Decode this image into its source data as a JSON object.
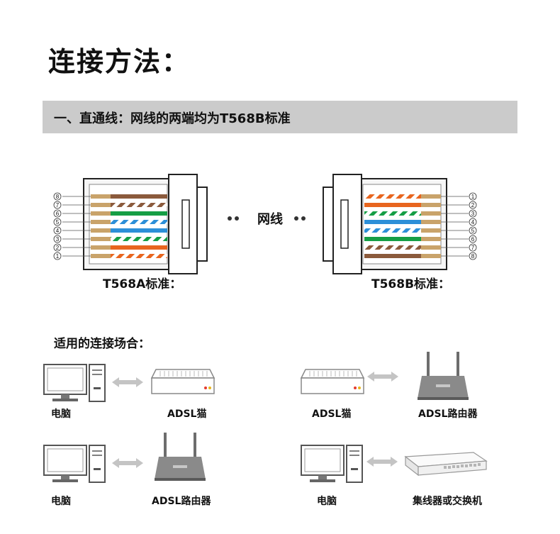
{
  "page": {
    "title": "连接方法：",
    "section_title": "一、直通线：网线的两端均为T568B标准"
  },
  "cable_diagram": {
    "middle_label": "网线",
    "left_connector": {
      "caption": "T568A标准：",
      "pin_numbers": [
        "8",
        "7",
        "6",
        "5",
        "4",
        "3",
        "2",
        "1"
      ]
    },
    "right_connector": {
      "caption": "T568B标准：",
      "pin_numbers": [
        "1",
        "2",
        "3",
        "4",
        "5",
        "6",
        "7",
        "8"
      ]
    },
    "colors": {
      "orange": "#e8651e",
      "green": "#159e45",
      "blue": "#2c8fd8",
      "brown": "#8b5a3c",
      "tan": "#c9a36a"
    }
  },
  "scenarios": {
    "title": "适用的连接场合：",
    "pairs": [
      {
        "left": "电脑",
        "right": "ADSL猫",
        "left_icon": "computer-icon",
        "right_icon": "modem-icon"
      },
      {
        "left": "ADSL猫",
        "right": "ADSL路由器",
        "left_icon": "modem-icon",
        "right_icon": "router-icon"
      },
      {
        "left": "电脑",
        "right": "ADSL路由器",
        "left_icon": "computer-icon",
        "right_icon": "router-icon"
      },
      {
        "left": "电脑",
        "right": "集线器或交换机",
        "left_icon": "computer-icon",
        "right_icon": "switch-icon"
      }
    ]
  }
}
